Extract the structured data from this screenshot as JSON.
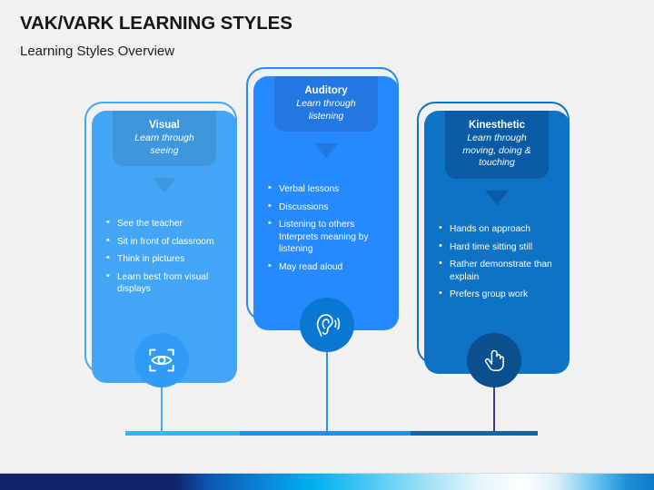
{
  "header": {
    "title": "VAK/VARK LEARNING STYLES",
    "subtitle": "Learning Styles Overview"
  },
  "colors": {
    "background": "#f1f1f1",
    "visual_body": "#42a5f5",
    "visual_bubble": "#3e97dd",
    "visual_outline": "#42a5f5",
    "visual_circle": "#2f9bf6",
    "auditory_body": "#2589ff",
    "auditory_bubble": "#2277e0",
    "auditory_outline": "#2589ff",
    "auditory_circle": "#0a78d2",
    "kinesthetic_body": "#0e73c4",
    "kinesthetic_bubble": "#0a5ba6",
    "kinesthetic_outline": "#0e73c4",
    "kinesthetic_circle": "#0b4f8f",
    "bar_light": "#33b5f5",
    "bar_mid": "#1f8ef1",
    "bar_dark": "#0c67ab",
    "connector_visual": "#4aa8ef",
    "connector_auditory": "#2f90f0",
    "connector_kinesthetic": "#3c3c96",
    "title_text": "#161616"
  },
  "columns": [
    {
      "id": "visual",
      "title": "Visual",
      "subtitle": "Learn through seeing",
      "bullets": [
        "See the teacher",
        "Sit in front of classroom",
        "Think in pictures",
        "Learn best from visual displays"
      ],
      "icon": "eye-scan-icon"
    },
    {
      "id": "auditory",
      "title": "Auditory",
      "subtitle": "Learn through listening",
      "bullets": [
        "Verbal lessons",
        "Discussions",
        "Listening to others Interprets meaning by listening",
        "May read aloud"
      ],
      "icon": "ear-sound-icon"
    },
    {
      "id": "kinesthetic",
      "title": "Kinesthetic",
      "subtitle": "Learn through moving, doing & touching",
      "bullets": [
        "Hands on approach",
        "Hard time sitting still",
        "Rather demonstrate than explain",
        "Prefers group work"
      ],
      "icon": "hand-tap-icon"
    }
  ]
}
